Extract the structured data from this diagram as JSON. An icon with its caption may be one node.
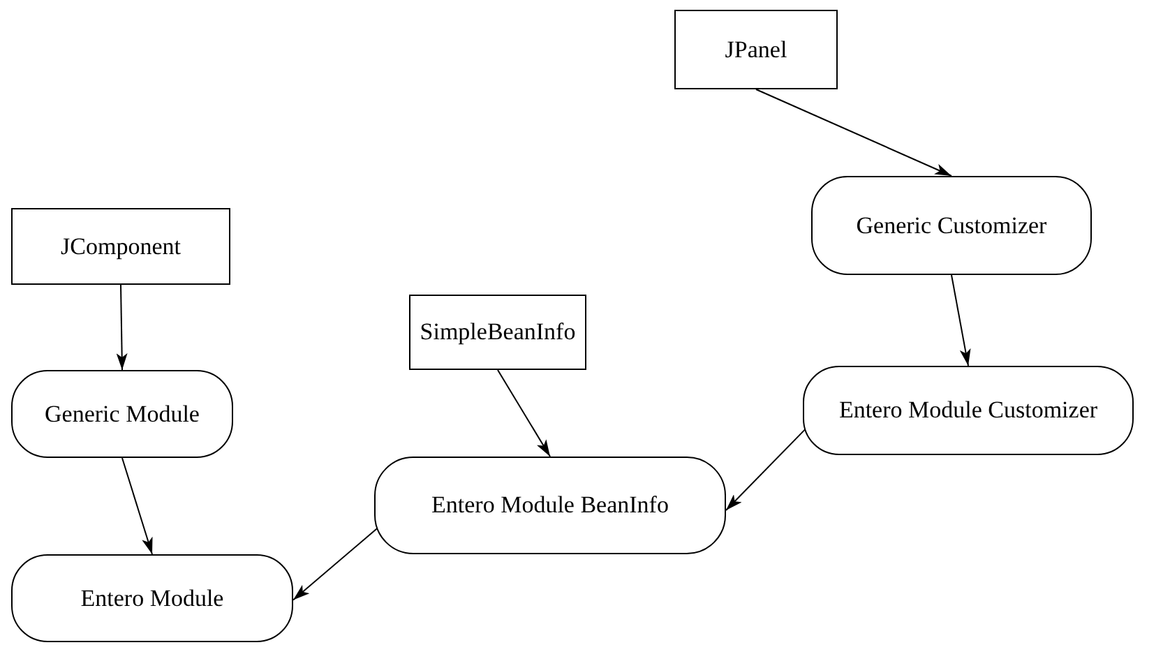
{
  "diagram": {
    "nodes": [
      {
        "text": [
          "JPanel"
        ]
      },
      {
        "text": [
          "Generic Customizer"
        ]
      },
      {
        "text": [
          "Entero Module Customizer"
        ]
      },
      {
        "text": [
          "JComponent"
        ]
      },
      {
        "text": [
          "SimpleBeanInfo"
        ]
      },
      {
        "text": [
          "Generic Module"
        ]
      },
      {
        "text": [
          "Entero Module BeanInfo"
        ]
      },
      {
        "text": [
          "Entero Module"
        ]
      }
    ],
    "edges": [
      {
        "from": 0,
        "to": 1,
        "arrow": "to"
      },
      {
        "from": 1,
        "to": 2,
        "arrow": "to"
      },
      {
        "from": 2,
        "to": 6,
        "arrow": "to"
      },
      {
        "from": 3,
        "to": 5,
        "arrow": "to"
      },
      {
        "from": 4,
        "to": 6,
        "arrow": "to"
      },
      {
        "from": 5,
        "to": 7,
        "arrow": "to"
      },
      {
        "from": 6,
        "to": 7,
        "arrow": "to"
      }
    ]
  }
}
